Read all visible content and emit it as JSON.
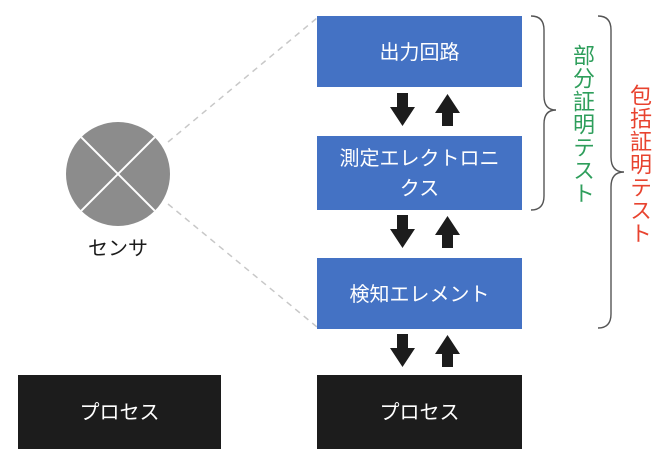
{
  "colors": {
    "block_fill": "#4472c4",
    "process_fill": "#1c1c1c",
    "sensor_fill": "#8c8c8c",
    "partial_label": "#2e9e5b",
    "full_label": "#e8432f"
  },
  "sensor": {
    "label": "センサ"
  },
  "blocks": {
    "output_circuit": "出力回路",
    "measurement_electronics": "測定エレクトロニクス",
    "sensing_element": "検知エレメント"
  },
  "process": {
    "left": "プロセス",
    "right": "プロセス"
  },
  "labels": {
    "partial_test": "部分証明テスト",
    "full_test": "包括証明テスト"
  }
}
